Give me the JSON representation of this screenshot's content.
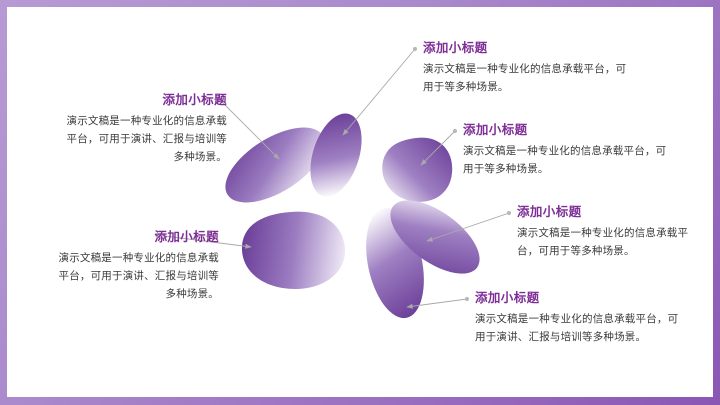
{
  "slide": {
    "border_color_start": "#b79ad4",
    "border_color_end": "#8a57b4",
    "background": "#ffffff",
    "heading_color": "#7d2f96",
    "body_color": "#3a3a3a",
    "connector_color": "#a9a9a9"
  },
  "callouts": [
    {
      "id": "top-left",
      "title": "添加小标题",
      "body": "演示文稿是一种专业化的信息承载平台，可用于演讲、汇报与培训等多种场景。",
      "align": "right"
    },
    {
      "id": "bottom-left",
      "title": "添加小标题",
      "body": "演示文稿是一种专业化的信息承载平台，可用于演讲、汇报与培训等多种场景。",
      "align": "right"
    },
    {
      "id": "top-right",
      "title": "添加小标题",
      "body": "演示文稿是一种专业化的信息承载平台，可用于等多种场景。",
      "align": "left"
    },
    {
      "id": "middle-right",
      "title": "添加小标题",
      "body": "演示文稿是一种专业化的信息承载平台，可用于等多种场景。",
      "align": "left"
    },
    {
      "id": "lower-right",
      "title": "添加小标题",
      "body": "演示文稿是一种专业化的信息承载平台，可用于等多种场景。",
      "align": "left"
    },
    {
      "id": "bottom-right",
      "title": "添加小标题",
      "body": "演示文稿是一种专业化的信息承载平台，可用于演讲、汇报与培训等多种场景。",
      "align": "left"
    }
  ],
  "diagram": {
    "name": "six-petal-flower",
    "petal_count": 6,
    "petal_color_dark": "#6b3f99",
    "petal_color_light": "#ffffff"
  }
}
